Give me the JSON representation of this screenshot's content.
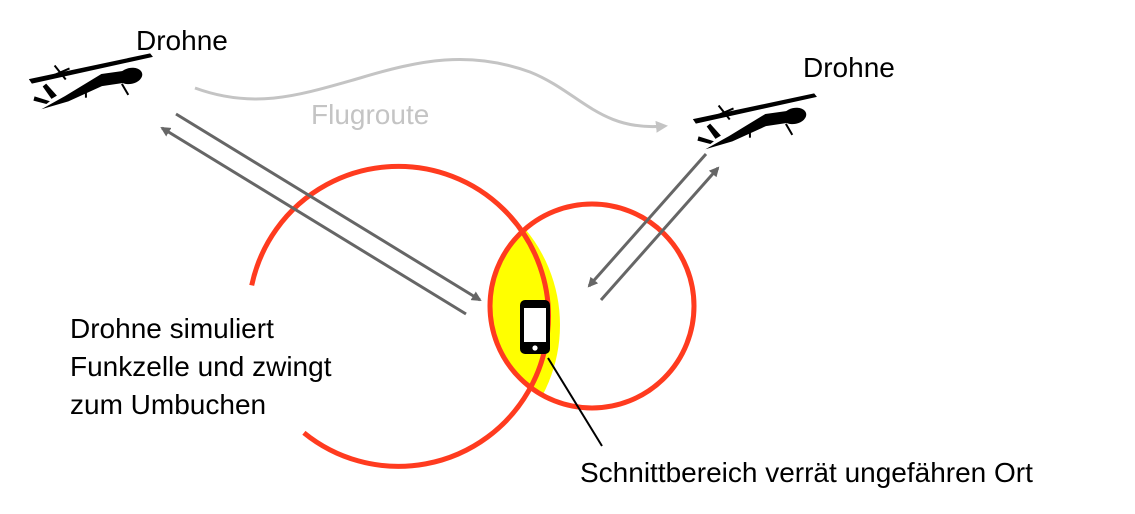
{
  "labels": {
    "drone_left": "Drohne",
    "drone_right": "Drohne",
    "flight_route": "Flugroute",
    "description_line1": "Drohne simuliert",
    "description_line2": "Funkzelle und zwingt",
    "description_line3": "zum Umbuchen",
    "intersection_note": "Schnittbereich verrät ungefähren Ort"
  },
  "icons": {
    "drone": "drone-icon",
    "phone": "smartphone-icon"
  },
  "colors": {
    "circle": "#ff3b1f",
    "intersection": "#ffff00",
    "arrows": "#666666",
    "route": "#c4c4c4",
    "text": "#000000"
  }
}
